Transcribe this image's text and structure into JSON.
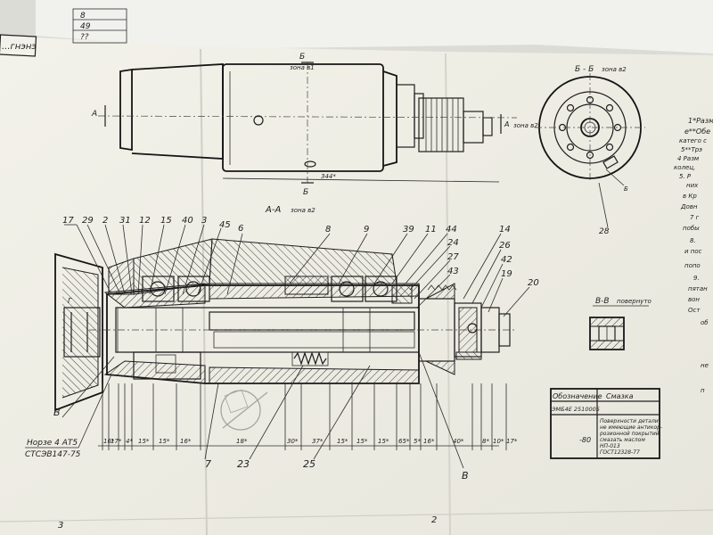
{
  "corner": {
    "stamp_top": [
      "8",
      "49",
      "??"
    ],
    "rotated_stamp": "...гнэнэ"
  },
  "top_view": {
    "section_b_top": "Б",
    "zone_b_top": "зона в1",
    "section_b_bottom": "Б",
    "section_a_left": "А",
    "section_a_right": "А",
    "zone_right": "зона в2",
    "dim_length": "344*"
  },
  "section_bb": {
    "title": "Б - Б",
    "zone": "зона в2",
    "callout": "28",
    "callout_b": "Б"
  },
  "section_aa": {
    "title": "А-А",
    "zone": "зона в2"
  },
  "section_vv": {
    "title": "В-В",
    "rotated": "повернуто"
  },
  "main_section": {
    "callouts": [
      "17",
      "29",
      "2",
      "31",
      "12",
      "15",
      "40",
      "3",
      "45",
      "6",
      "8",
      "9",
      "39",
      "11",
      "44",
      "24",
      "27",
      "43",
      "14",
      "26",
      "42",
      "19",
      "20"
    ],
    "bottom_callouts": [
      "7",
      "23",
      "25",
      "В"
    ],
    "label_b_left": "В",
    "label_g": "Г",
    "bottom_dims": [
      "16*",
      "17*",
      "4*",
      "15*",
      "15*",
      "16*",
      "18*",
      "30*",
      "37*",
      "15*",
      "15*",
      "15*",
      "65*",
      "5*",
      "16*",
      "40*",
      "8*",
      "10*",
      "17*"
    ],
    "annotation": [
      "Норзе 4 АТ5",
      "СТСЭВ147-75"
    ]
  },
  "lubrication_table": {
    "header_designation": "Обозначение",
    "header_lubricant": "Смазка",
    "row_code": "ЭМБ4Е 2510005",
    "row_qty": "-80",
    "row_text": [
      "Поверхности детали",
      "не имеющие антикор-",
      "розионной покрытий",
      "смазать маслом",
      "НП-013",
      "ГОСТ12328-77"
    ]
  },
  "right_notes": {
    "lines": [
      "1*Разм",
      "е**Обе",
      "катего с",
      "5**Трэ",
      "4 Разм",
      "колец,",
      "5. Р",
      "них",
      "в Кр",
      "Довн",
      "7 г",
      "побы",
      "8.",
      "и пос",
      "попо",
      "9.",
      "пятан",
      "вон",
      "Ост",
      "об",
      "не",
      "п"
    ]
  },
  "sheet_numbers": {
    "left": "3",
    "middle": "2"
  }
}
